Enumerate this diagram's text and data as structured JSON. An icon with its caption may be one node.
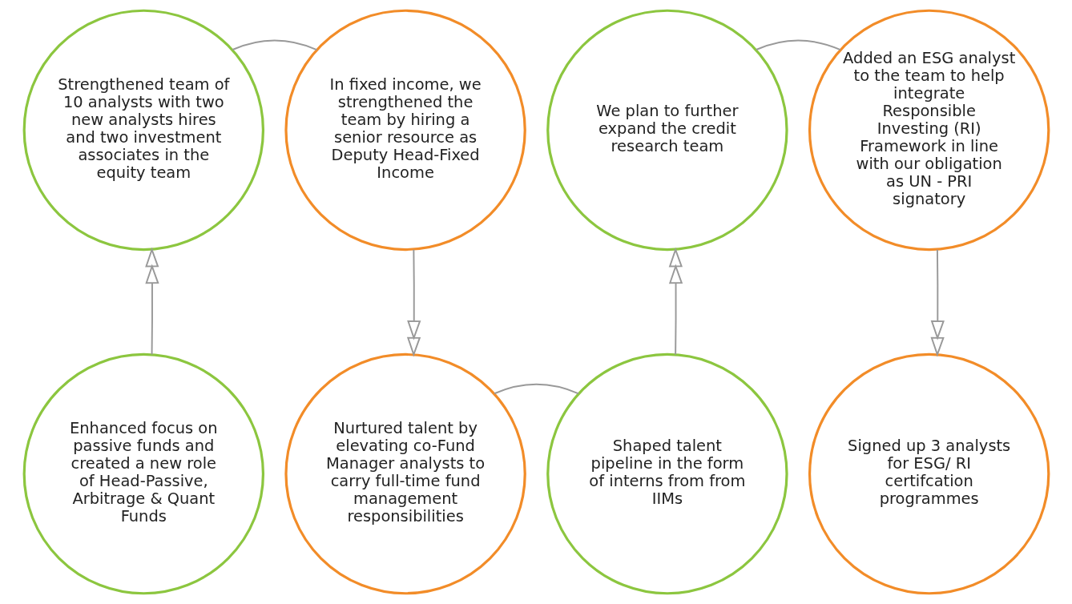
{
  "diagram": {
    "nodes": [
      {
        "text": [
          "Strengthened team of 10 analysts with two new analysts hires and two investment associates in the equity team"
        ]
      },
      {
        "text": [
          "In fixed income, we strengthened the team by hiring a senior resource as Deputy Head-Fixed Income"
        ]
      },
      {
        "text": [
          "We plan to further expand the credit research team"
        ]
      },
      {
        "text": [
          "Added an ESG analyst to the team to help integrate Responsible Investing (RI) Framework in line with our obligation as UN - PRI signatory"
        ]
      },
      {
        "text": [
          "Enhanced focus on passive funds and created a new role of Head-Passive, Arbitrage & Quant Funds"
        ]
      },
      {
        "text": [
          "Nurtured talent by elevating co-Fund Manager analysts to carry full-time fund management responsibilities"
        ]
      },
      {
        "text": [
          "Shaped talent pipeline in the form of interns from from IIMs"
        ]
      },
      {
        "text": [
          "Signed up 3 analysts for ESG/ RI certifcation programmes"
        ]
      }
    ],
    "edges": [
      {
        "from": 0,
        "to": 1,
        "arrow": "none"
      },
      {
        "from": 2,
        "to": 3,
        "arrow": "none"
      },
      {
        "from": 4,
        "to": 0,
        "arrow": "to"
      },
      {
        "from": 1,
        "to": 5,
        "arrow": "to"
      },
      {
        "from": 6,
        "to": 2,
        "arrow": "to"
      },
      {
        "from": 3,
        "to": 7,
        "arrow": "to"
      },
      {
        "from": 5,
        "to": 6,
        "arrow": "none"
      }
    ]
  }
}
